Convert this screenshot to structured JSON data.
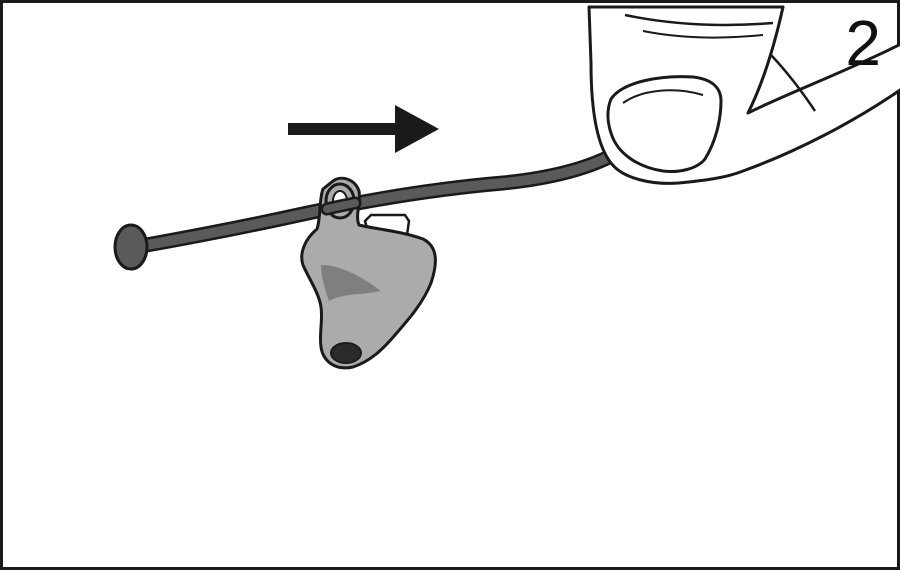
{
  "step": {
    "number": "2"
  },
  "colors": {
    "outline": "#1a1a1a",
    "wire": "#5a5a5a",
    "earpiece": "#ababab",
    "earpiece_shadow": "#7f7f7f",
    "finger": "#ffffff",
    "arrow": "#1a1a1a"
  },
  "icons": {
    "direction": "arrow-right-icon",
    "wire": "removal-cord",
    "earpiece": "in-ear-hearing-aid",
    "hand": "finger-pulling-cord"
  }
}
